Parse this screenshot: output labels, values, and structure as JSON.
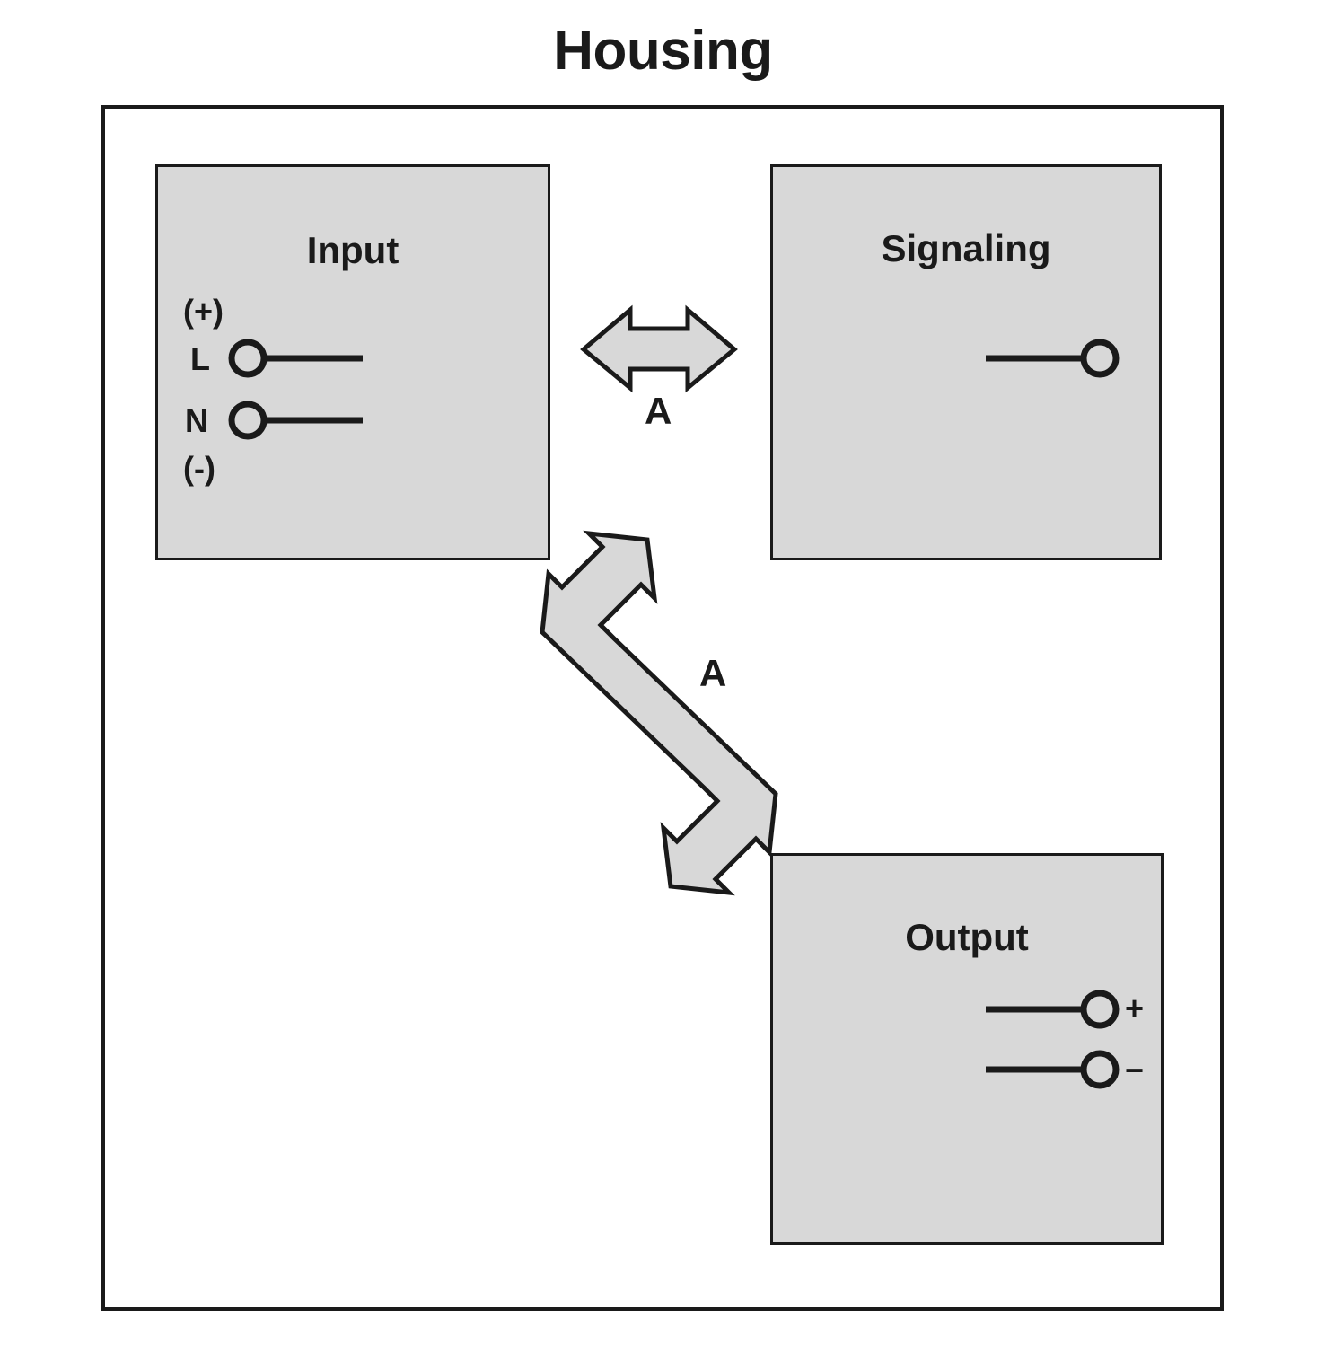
{
  "diagram": {
    "title": "Housing",
    "type": "block-diagram",
    "background_color": "#ffffff",
    "line_color": "#1a1a1a",
    "block_fill_color": "#d8d8d8",
    "arrow_fill_color": "#d8d8d8"
  },
  "blocks": {
    "input": {
      "title": "Input",
      "terminals": [
        {
          "name": "L",
          "label": "L",
          "polarity_note": "(+)"
        },
        {
          "name": "N",
          "label": "N",
          "polarity_note": "(-)"
        }
      ],
      "polarity_top": "(+)",
      "polarity_bottom": "(-)"
    },
    "signaling": {
      "title": "Signaling",
      "terminals": [
        {
          "name": "signal",
          "label": ""
        }
      ]
    },
    "output": {
      "title": "Output",
      "terminals": [
        {
          "name": "positive",
          "label": "+"
        },
        {
          "name": "negative",
          "label": "−"
        }
      ]
    }
  },
  "arrows": [
    {
      "name": "input-to-signaling",
      "label": "A",
      "orientation": "horizontal",
      "double_headed": true
    },
    {
      "name": "input-to-output",
      "label": "A",
      "orientation": "diagonal",
      "double_headed": true
    }
  ]
}
